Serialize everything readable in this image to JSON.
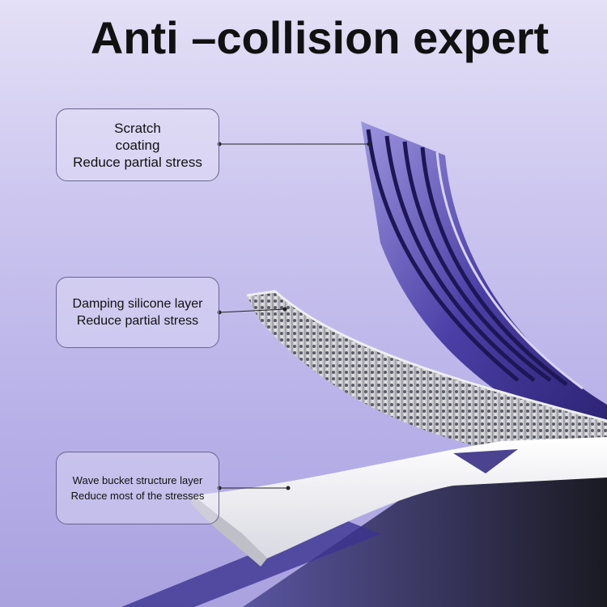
{
  "title": "Anti –collision expert",
  "callouts": [
    {
      "line1": "Scratch",
      "line2": "coating",
      "line3": "Reduce partial stress"
    },
    {
      "line1": "Damping silicone layer",
      "line2": "Reduce partial stress"
    },
    {
      "line1": "Wave bucket structure layer",
      "line2": "Reduce most of the stresses"
    }
  ],
  "colors": {
    "background_top": "#e4e0f6",
    "background_bottom": "#a9a2df",
    "purple_layer": "#3f3494",
    "silicone_layer": "#cfd0d4",
    "white_layer": "#f4f4f6"
  }
}
